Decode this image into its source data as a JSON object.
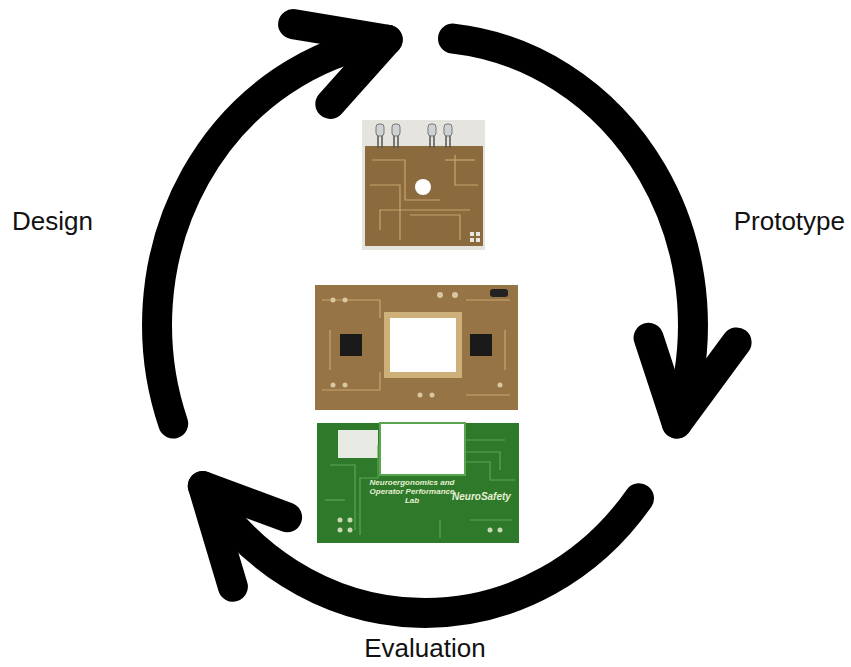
{
  "diagram": {
    "labels": [
      "Design",
      "Prototype",
      "Neuroergonomics and Operator Performance Lab",
      "NeuroSafety",
      "Evaluation"
    ]
  }
}
